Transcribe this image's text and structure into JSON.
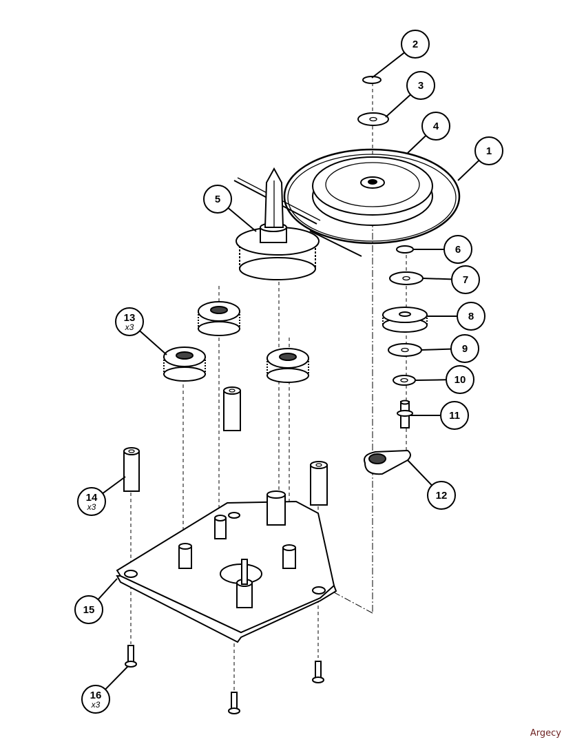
{
  "callouts": [
    {
      "number": "1"
    },
    {
      "number": "2"
    },
    {
      "number": "3"
    },
    {
      "number": "4"
    },
    {
      "number": "5"
    },
    {
      "number": "6"
    },
    {
      "number": "7"
    },
    {
      "number": "8"
    },
    {
      "number": "9"
    },
    {
      "number": "10"
    },
    {
      "number": "11"
    },
    {
      "number": "12"
    },
    {
      "number": "13",
      "qty": "x3"
    },
    {
      "number": "14",
      "qty": "x3"
    },
    {
      "number": "15"
    },
    {
      "number": "16",
      "qty": "x3"
    }
  ],
  "watermark": {
    "text": "Argecy",
    "color": "#6b1f1f"
  }
}
